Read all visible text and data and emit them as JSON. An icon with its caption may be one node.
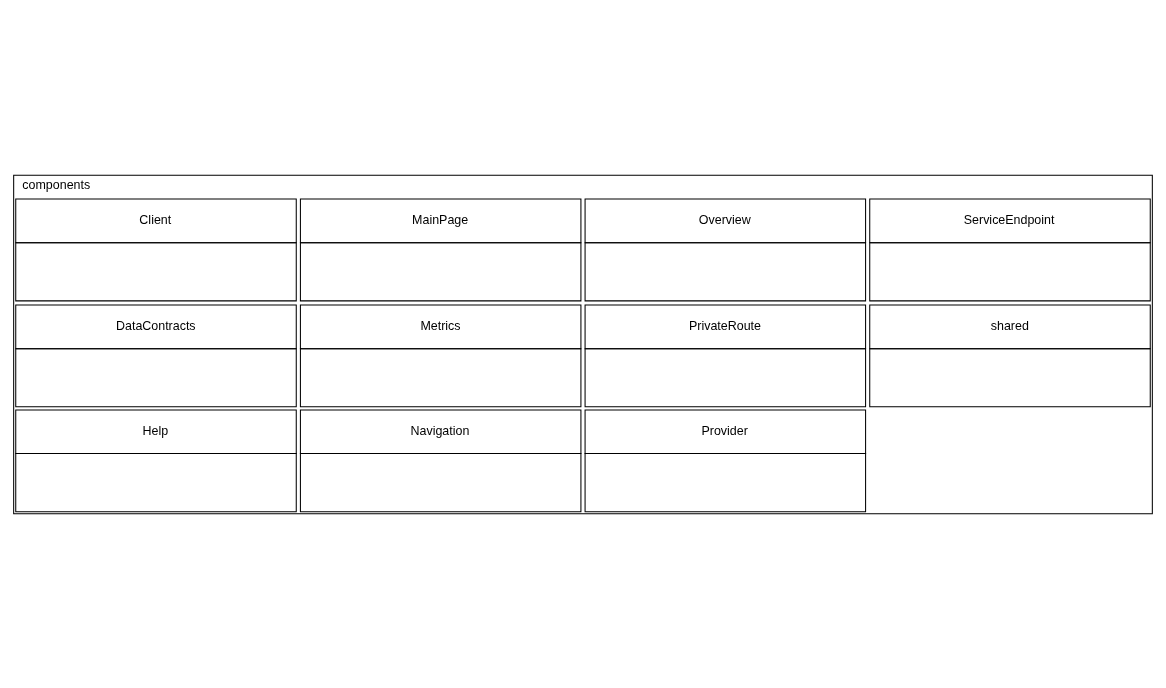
{
  "diagram": {
    "nodes": [
      {
        "text": [
          "components"
        ]
      },
      {
        "text": [
          "Client"
        ],
        "in": 0
      },
      {
        "text": [
          "DataContracts"
        ],
        "in": 0
      },
      {
        "text": [
          "Help"
        ],
        "in": 0
      },
      {
        "text": [
          "MainPage"
        ],
        "in": 0
      },
      {
        "text": [
          "Metrics"
        ],
        "in": 0
      },
      {
        "text": [
          "Navigation"
        ],
        "in": 0
      },
      {
        "text": [
          "Overview"
        ],
        "in": 0
      },
      {
        "text": [
          "PrivateRoute"
        ],
        "in": 0
      },
      {
        "text": [
          "Provider"
        ],
        "in": 0
      },
      {
        "text": [
          "ServiceEndpoint"
        ],
        "in": 0
      },
      {
        "text": [
          "shared"
        ],
        "in": 0
      }
    ],
    "edges": []
  }
}
